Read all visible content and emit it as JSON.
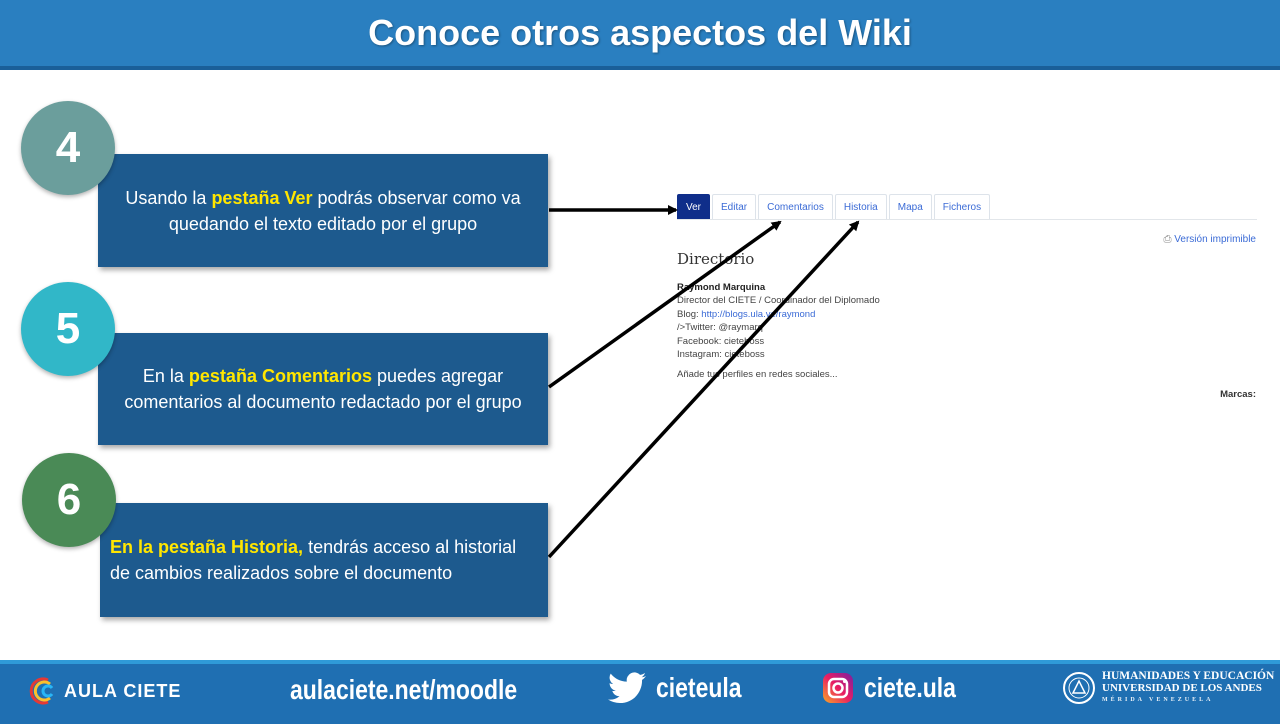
{
  "header": {
    "title": "Conoce otros aspectos del Wiki"
  },
  "steps": [
    {
      "number": "4",
      "color": "#6b9e9c",
      "pre": "Usando la ",
      "highlight": "pestaña Ver",
      "post": " podrás observar como va quedando el texto editado por el grupo"
    },
    {
      "number": "5",
      "color": "#31b7c8",
      "pre": "En la ",
      "highlight": "pestaña Comentarios",
      "post": " puedes agregar comentarios al documento redactado por el grupo"
    },
    {
      "number": "6",
      "color": "#4a8a56",
      "pre": "",
      "highlight": "En la pestaña Historia,",
      "post": " tendrás acceso al historial de cambios realizados sobre el documento"
    }
  ],
  "wiki": {
    "tabs": [
      {
        "label": "Ver",
        "active": true
      },
      {
        "label": "Editar",
        "active": false
      },
      {
        "label": "Comentarios",
        "active": false
      },
      {
        "label": "Historia",
        "active": false
      },
      {
        "label": "Mapa",
        "active": false
      },
      {
        "label": "Ficheros",
        "active": false
      }
    ],
    "printable": "Versión imprimible",
    "page_title": "Directorio",
    "name": "Raymond Marquina",
    "role": "Director del CIETE / Coordinador del Diplomado",
    "blog_label": "Blog: ",
    "blog_url": "http://blogs.ula.ve/raymond",
    "twitter": "/>Twitter: @raymarq",
    "facebook": "Facebook: cieteboss",
    "instagram": "Instagram: cieteboss",
    "note": "Añade tus perfiles en redes sociales...",
    "tags_label": "Marcas:"
  },
  "footer": {
    "brand": "AULA CIETE",
    "url": "aulaciete.net/moodle",
    "twitter": "cieteula",
    "instagram": "ciete.ula",
    "university_l1": "HUMANIDADES Y EDUCACIÓN",
    "university_l2": "UNIVERSIDAD DE LOS ANDES",
    "university_l3": "MÉRIDA VENEZUELA"
  }
}
